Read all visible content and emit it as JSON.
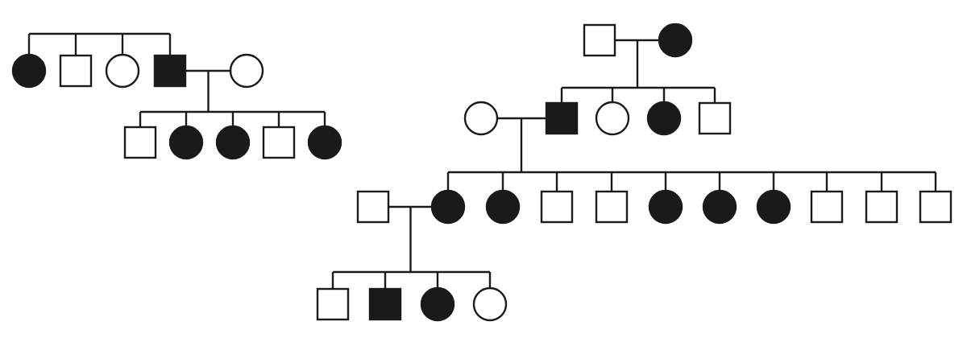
{
  "colors": {
    "line": "#1a1a1a",
    "affected": "#1a1a1a",
    "unaffected": "#ffffff"
  },
  "pedigrees": [
    {
      "id": "family-a",
      "individuals": [
        {
          "id": "a-g1-1",
          "sex": "female",
          "affected": true
        },
        {
          "id": "a-g1-2",
          "sex": "male",
          "affected": false
        },
        {
          "id": "a-g1-3",
          "sex": "female",
          "affected": false
        },
        {
          "id": "a-g1-4",
          "sex": "male",
          "affected": true
        },
        {
          "id": "a-g1-5",
          "sex": "female",
          "affected": false
        },
        {
          "id": "a-g2-1",
          "sex": "male",
          "affected": false
        },
        {
          "id": "a-g2-2",
          "sex": "female",
          "affected": true
        },
        {
          "id": "a-g2-3",
          "sex": "female",
          "affected": true
        },
        {
          "id": "a-g2-4",
          "sex": "male",
          "affected": false
        },
        {
          "id": "a-g2-5",
          "sex": "female",
          "affected": true
        }
      ],
      "couples": [
        [
          "a-g1-4",
          "a-g1-5"
        ]
      ],
      "sibships": [
        {
          "parents": null,
          "children": [
            "a-g1-1",
            "a-g1-2",
            "a-g1-3",
            "a-g1-4"
          ]
        },
        {
          "parents": [
            "a-g1-4",
            "a-g1-5"
          ],
          "children": [
            "a-g2-1",
            "a-g2-2",
            "a-g2-3",
            "a-g2-4",
            "a-g2-5"
          ]
        }
      ]
    },
    {
      "id": "family-b",
      "individuals": [
        {
          "id": "b-g1-1",
          "sex": "male",
          "affected": false
        },
        {
          "id": "b-g1-2",
          "sex": "female",
          "affected": true
        },
        {
          "id": "b-g2-1",
          "sex": "female",
          "affected": false
        },
        {
          "id": "b-g2-2",
          "sex": "male",
          "affected": true
        },
        {
          "id": "b-g2-3",
          "sex": "female",
          "affected": false
        },
        {
          "id": "b-g2-4",
          "sex": "female",
          "affected": true
        },
        {
          "id": "b-g2-5",
          "sex": "male",
          "affected": false
        },
        {
          "id": "b-g3-0",
          "sex": "male",
          "affected": false
        },
        {
          "id": "b-g3-1",
          "sex": "female",
          "affected": true
        },
        {
          "id": "b-g3-2",
          "sex": "female",
          "affected": true
        },
        {
          "id": "b-g3-3",
          "sex": "male",
          "affected": false
        },
        {
          "id": "b-g3-4",
          "sex": "male",
          "affected": false
        },
        {
          "id": "b-g3-5",
          "sex": "female",
          "affected": true
        },
        {
          "id": "b-g3-6",
          "sex": "female",
          "affected": true
        },
        {
          "id": "b-g3-7",
          "sex": "female",
          "affected": true
        },
        {
          "id": "b-g3-8",
          "sex": "male",
          "affected": false
        },
        {
          "id": "b-g3-9",
          "sex": "male",
          "affected": false
        },
        {
          "id": "b-g3-10",
          "sex": "male",
          "affected": false
        },
        {
          "id": "b-g4-1",
          "sex": "male",
          "affected": false
        },
        {
          "id": "b-g4-2",
          "sex": "male",
          "affected": true
        },
        {
          "id": "b-g4-3",
          "sex": "female",
          "affected": true
        },
        {
          "id": "b-g4-4",
          "sex": "female",
          "affected": false
        }
      ],
      "couples": [
        [
          "b-g1-1",
          "b-g1-2"
        ],
        [
          "b-g2-1",
          "b-g2-2"
        ],
        [
          "b-g3-0",
          "b-g3-1"
        ]
      ],
      "sibships": [
        {
          "parents": [
            "b-g1-1",
            "b-g1-2"
          ],
          "children": [
            "b-g2-2",
            "b-g2-3",
            "b-g2-4",
            "b-g2-5"
          ]
        },
        {
          "parents": [
            "b-g2-1",
            "b-g2-2"
          ],
          "children": [
            "b-g3-1",
            "b-g3-2",
            "b-g3-3",
            "b-g3-4",
            "b-g3-5",
            "b-g3-6",
            "b-g3-7",
            "b-g3-8",
            "b-g3-9",
            "b-g3-10"
          ]
        },
        {
          "parents": [
            "b-g3-0",
            "b-g3-1"
          ],
          "children": [
            "b-g4-1",
            "b-g4-2",
            "b-g4-3",
            "b-g4-4"
          ]
        }
      ]
    }
  ]
}
